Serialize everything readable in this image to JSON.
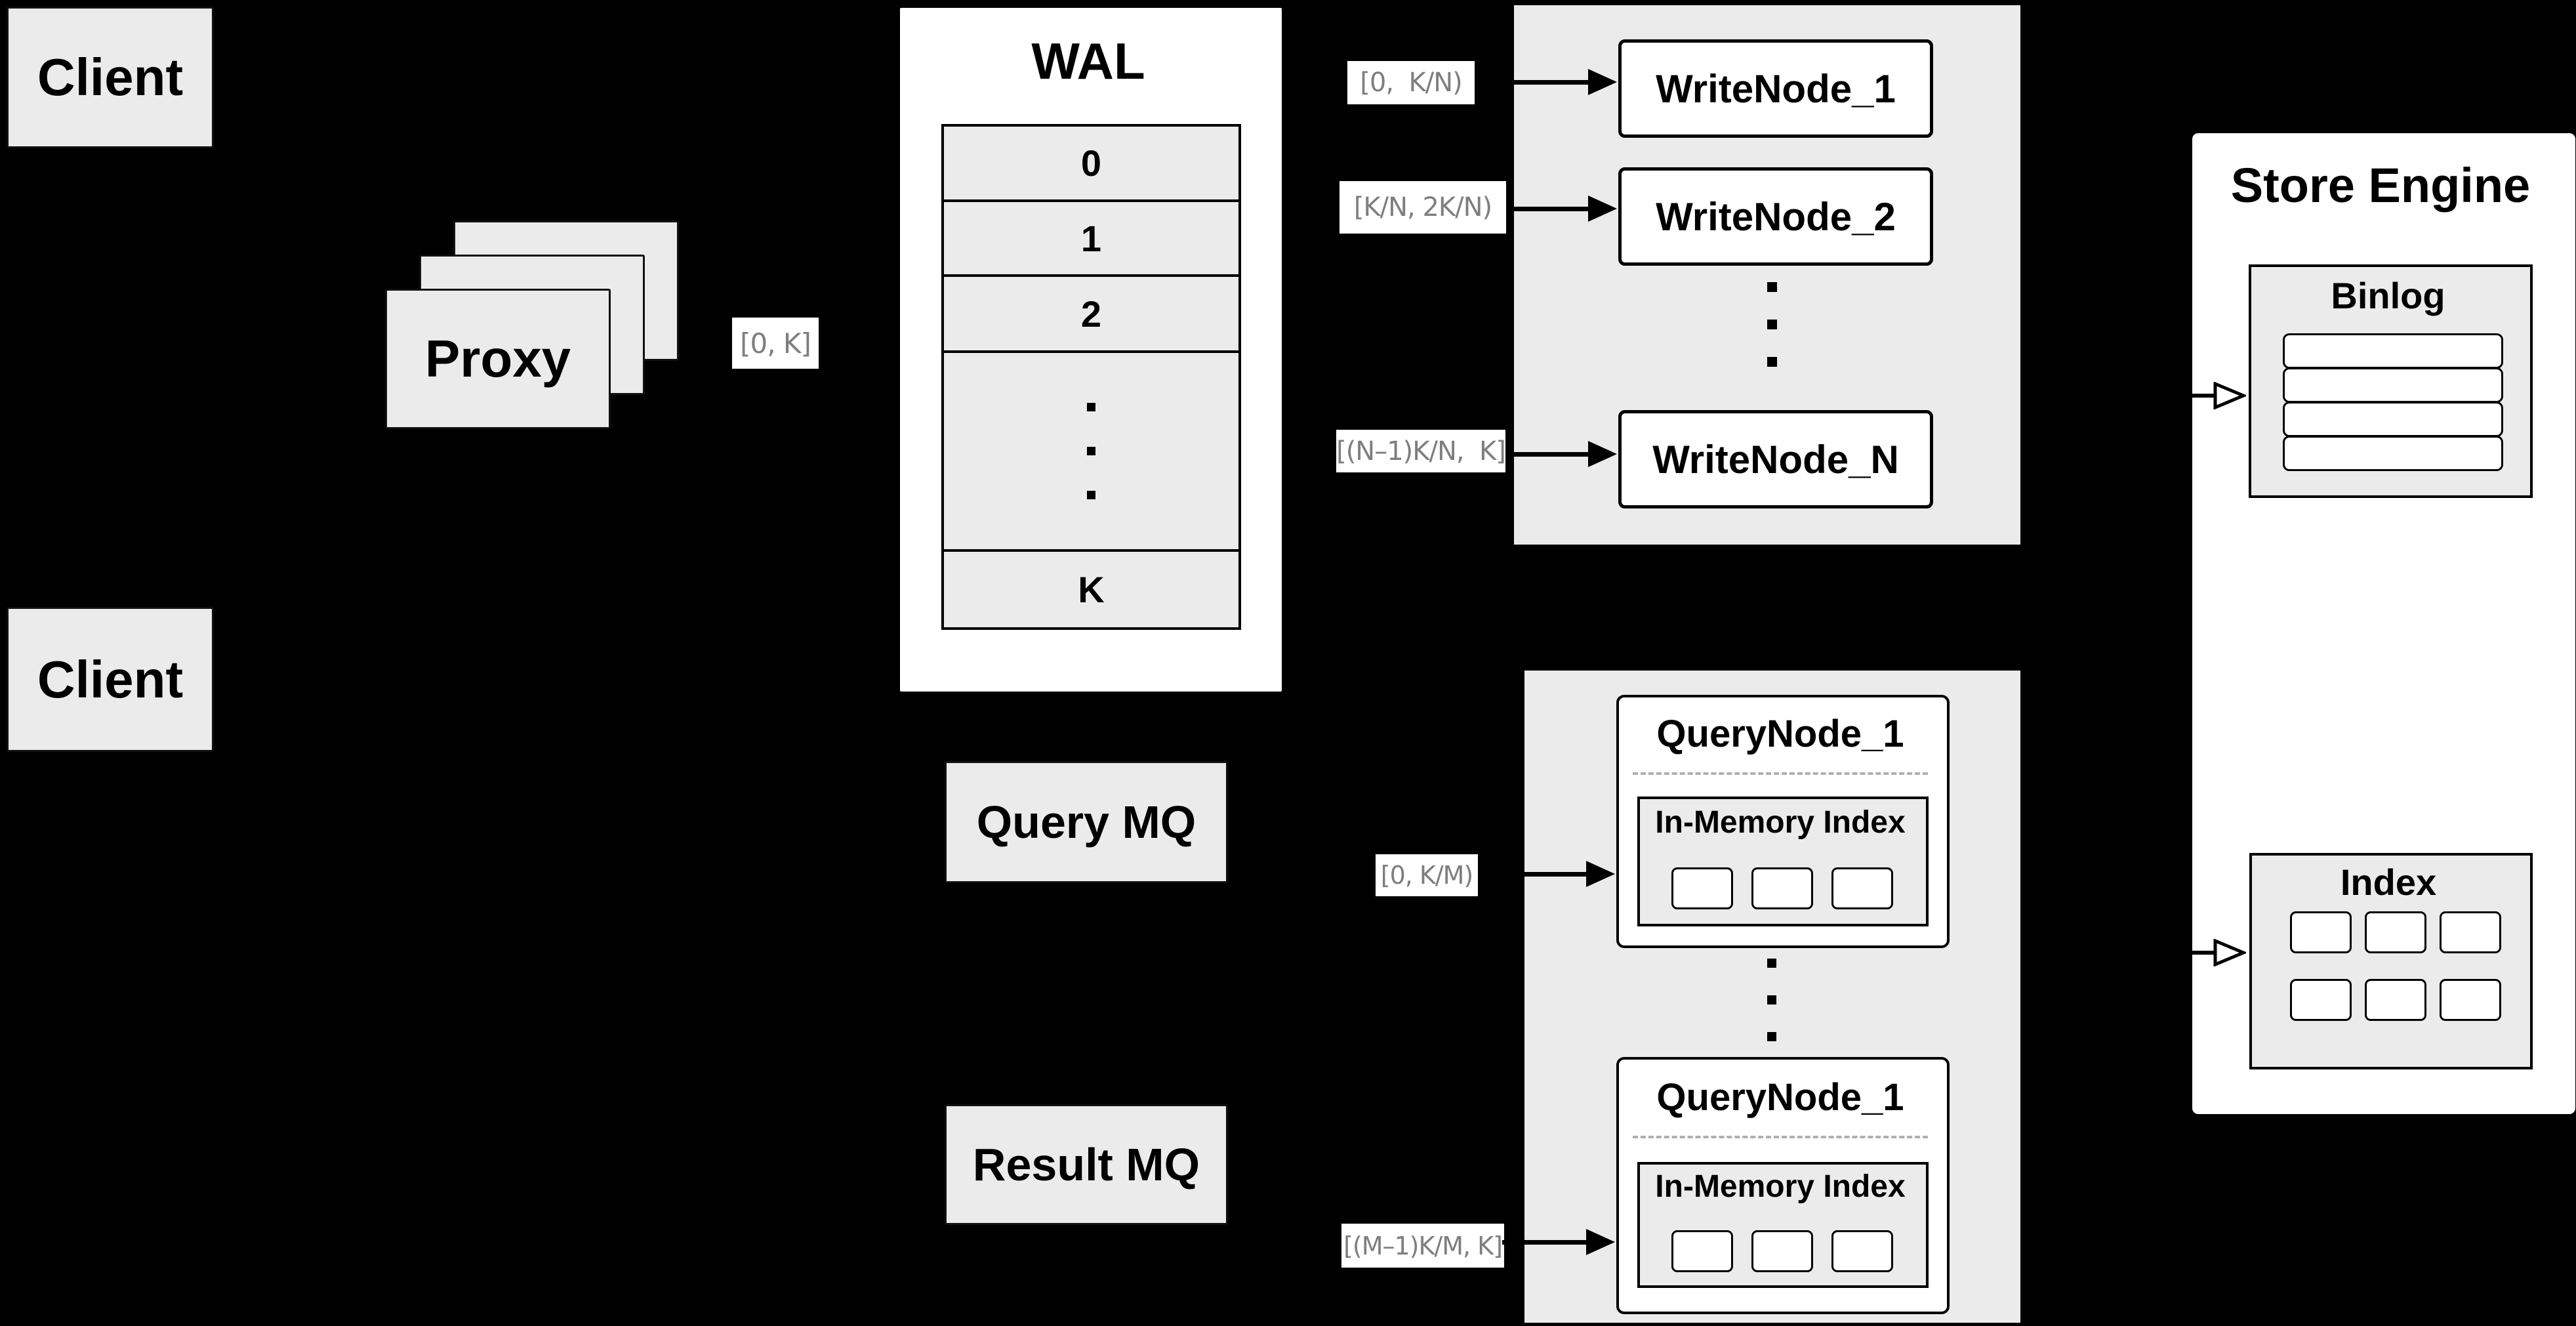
{
  "colors": {
    "background": "#000000",
    "panel_gray": "#ebebeb",
    "node_white": "#ffffff",
    "border_black": "#000000",
    "range_label_text": "#7e7e7e",
    "dashed_separator": "#b0b0b0"
  },
  "clients": {
    "top": "Client",
    "bottom": "Client"
  },
  "proxy": {
    "label": "Proxy",
    "range_label": "[0, K]"
  },
  "wal": {
    "title": "WAL",
    "rows": [
      "0",
      "1",
      "2"
    ],
    "last_row": "K"
  },
  "write_cluster": {
    "range_labels": [
      "[0,  K/N)",
      "[K/N, 2K/N)",
      "[(N–1)K/N,  K]"
    ],
    "nodes": [
      "WriteNode_1",
      "WriteNode_2"
    ],
    "last_node": "WriteNode_N"
  },
  "query_mq": {
    "label": "Query MQ"
  },
  "result_mq": {
    "label": "Result MQ"
  },
  "query_cluster": {
    "range_labels": [
      "[0, K/M)",
      "[(M–1)K/M, K]"
    ],
    "nodes": [
      {
        "title": "QueryNode_1",
        "index_title": "In-Memory Index"
      },
      {
        "title": "QueryNode_1",
        "index_title": "In-Memory Index"
      }
    ]
  },
  "store_engine": {
    "title": "Store Engine",
    "binlog": {
      "title": "Binlog"
    },
    "index": {
      "title": "Index"
    }
  }
}
